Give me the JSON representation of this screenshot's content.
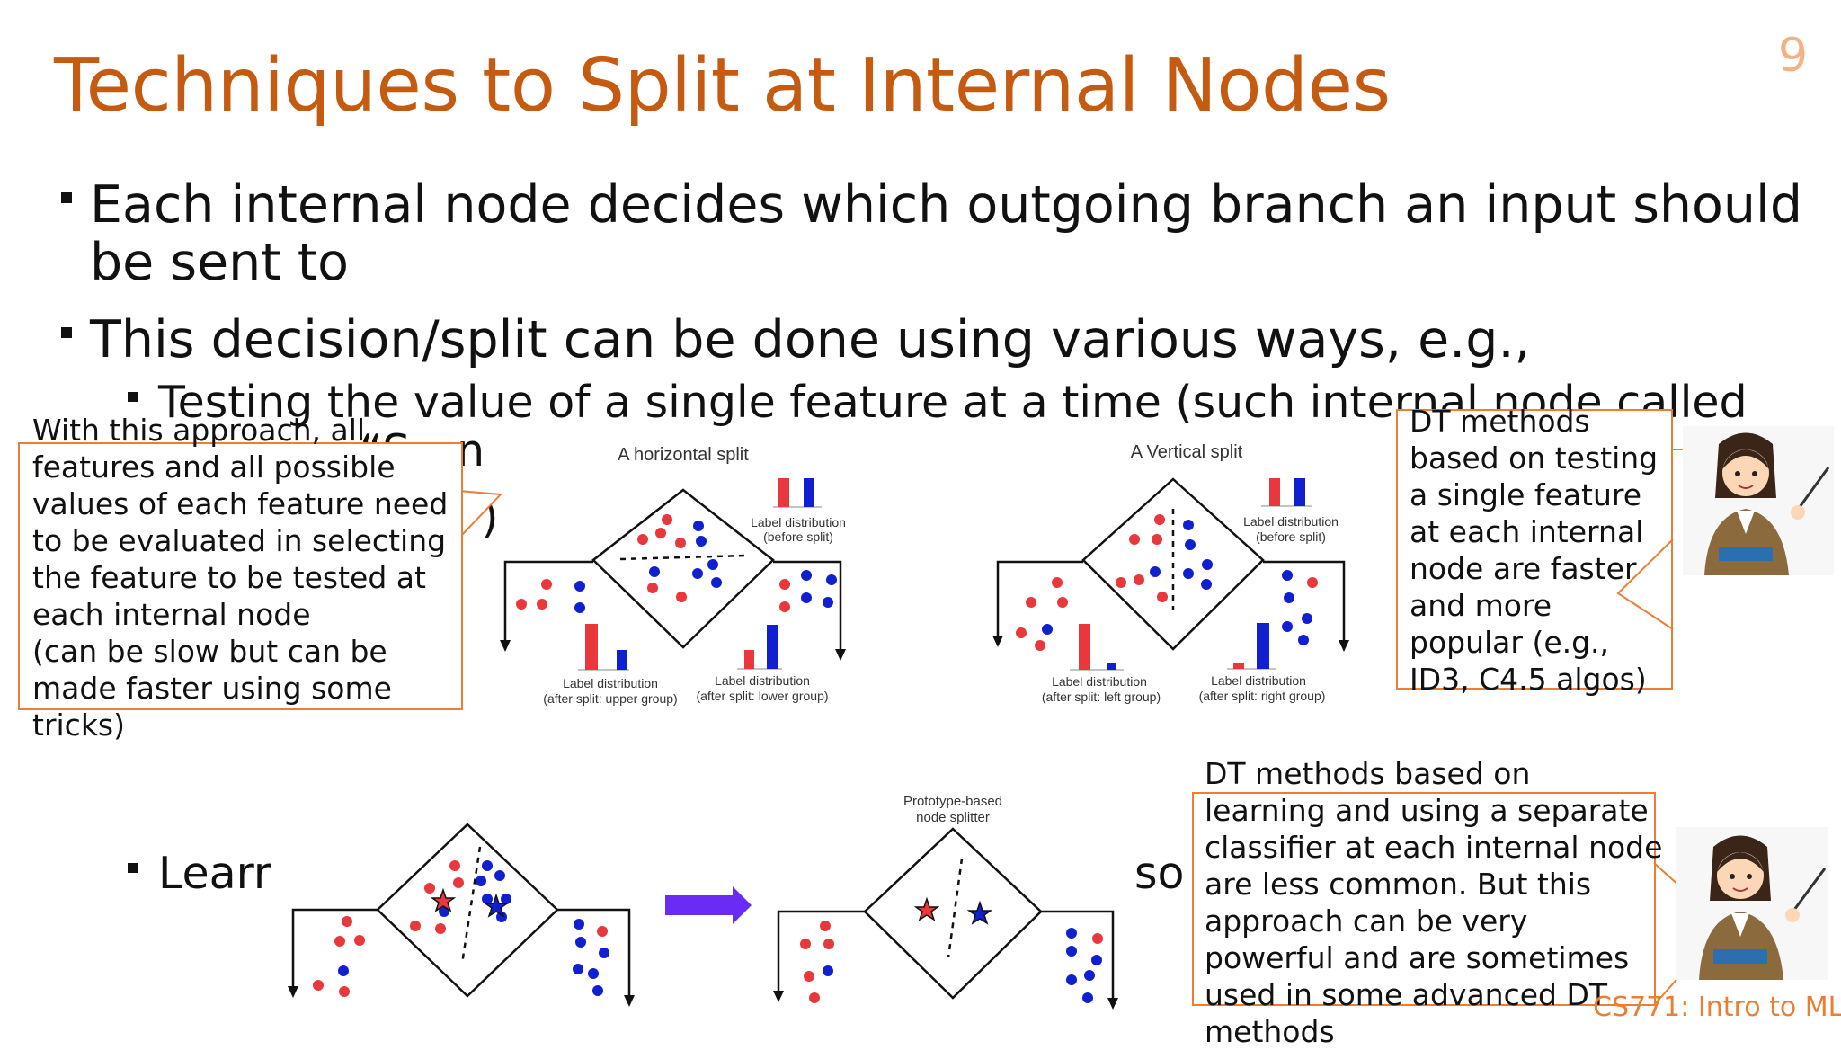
{
  "slide": {
    "title": "Techniques to Split at Internal Nodes",
    "page_number": "9",
    "bullets": {
      "b1": "Each internal node decides which outgoing branch an input should be sent to",
      "b1_line1": "Each internal node decides which outgoing branch an input should",
      "b1_line2": "be sent to",
      "b2": "This decision/split can be done using various ways, e.g.,",
      "sub1_line1": "Testing the value of a single feature at a time (such internal node called",
      "sub1_frag_a": "“S",
      "sub1_frag_b": "n",
      "sub1_frag_c": "”)",
      "sub2_frag_a": "Learr",
      "sub2_frag_b": "so"
    },
    "footer": "CS771: Intro to ML"
  },
  "callouts": {
    "left": "With this approach, all\nfeatures and all possible\nvalues of each feature need\nto be evaluated in selecting\nthe feature to be tested at\neach internal node\n(can be slow but can be\nmade faster using some\ntricks)",
    "top_right": "DT methods\nbased on testing\na single feature\nat each internal\nnode are faster\nand more\npopular (e.g.,\nID3, C4.5 algos)",
    "bottom_right": "DT methods based on\nlearning and using a separate\nclassifier at each internal node\nare less common. But this\napproach can be very\npowerful and are sometimes\nused in some advanced DT\nmethods"
  },
  "diagrams": {
    "horizontal": {
      "title": "A horizontal split",
      "before_l1": "Label distribution",
      "before_l2": "(before split)",
      "left_l1": "Label distribution",
      "left_l2": "(after split: upper group)",
      "right_l1": "Label distribution",
      "right_l2": "(after split: lower group)"
    },
    "vertical": {
      "title": "A Vertical split",
      "before_l1": "Label distribution",
      "before_l2": "(before split)",
      "left_l1": "Label distribution",
      "left_l2": "(after split: left group)",
      "right_l1": "Label distribution",
      "right_l2": "(after split: right group)"
    },
    "prototype": {
      "title_l1": "Prototype-based",
      "title_l2": "node splitter"
    }
  },
  "colors": {
    "title": "#c55a11",
    "accent": "#ed7d31",
    "red_class": "#e8383d",
    "blue_class": "#1020d0",
    "arrow": "#6a2cf5"
  }
}
